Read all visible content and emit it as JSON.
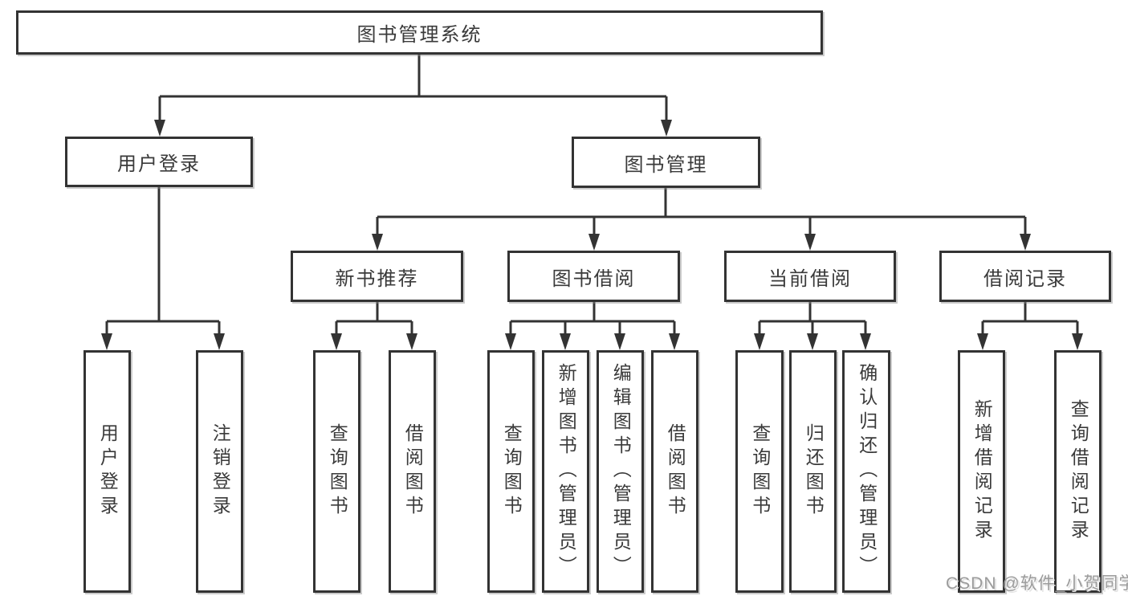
{
  "diagram": {
    "root": {
      "label": "图书管理系统"
    },
    "level2": [
      {
        "label": "用户登录"
      },
      {
        "label": "图书管理"
      }
    ],
    "level3": [
      {
        "label": "新书推荐"
      },
      {
        "label": "图书借阅"
      },
      {
        "label": "当前借阅"
      },
      {
        "label": "借阅记录"
      }
    ],
    "leaves": [
      {
        "label": "用户登录"
      },
      {
        "label": "注销登录"
      },
      {
        "label": "查询图书"
      },
      {
        "label": "借阅图书"
      },
      {
        "label": "查询图书"
      },
      {
        "label": "新增图书（管理员）"
      },
      {
        "label": "编辑图书（管理员）"
      },
      {
        "label": "借阅图书"
      },
      {
        "label": "查询图书"
      },
      {
        "label": "归还图书"
      },
      {
        "label": "确认归还（管理员）"
      },
      {
        "label": "新增借阅记录"
      },
      {
        "label": "查询借阅记录"
      }
    ]
  },
  "watermark": {
    "text": "CSDN @软件_小贺同学"
  },
  "colors": {
    "line": "#333333",
    "box_border": "#333333",
    "text": "#3a3a3a",
    "background": "#ffffff",
    "watermark": "#9b9b9b"
  }
}
